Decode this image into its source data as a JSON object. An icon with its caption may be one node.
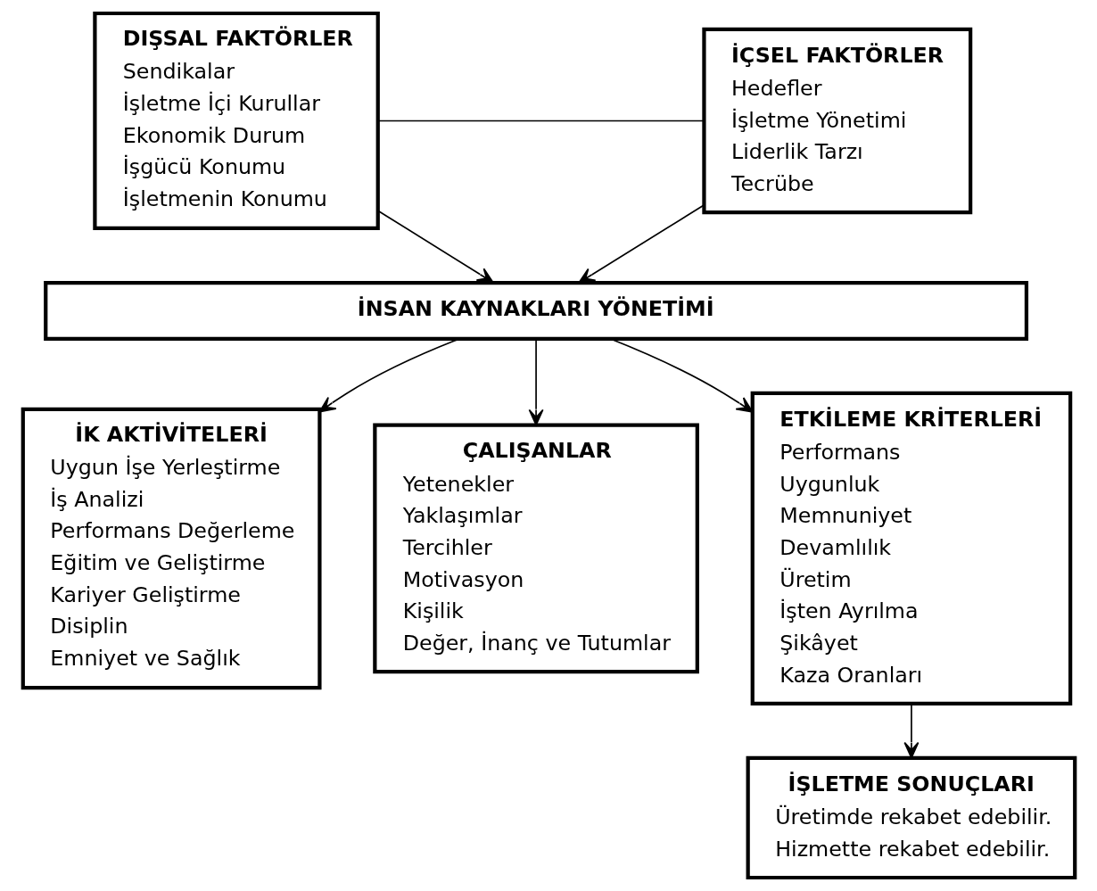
{
  "diagram": {
    "nodes": [
      {
        "text": [
          "DIŞSAL FAKTÖRLER",
          "Sendikalar",
          "İşletme İçi Kurullar",
          "Ekonomik Durum",
          "İşgücü Konumu",
          "İşletmenin Konumu"
        ]
      },
      {
        "text": [
          "İÇSEL FAKTÖRLER",
          "Hedefler",
          "İşletme Yönetimi",
          "Liderlik Tarzı",
          "Tecrübe"
        ]
      },
      {
        "text": [
          "İNSAN KAYNAKLARI YÖNETİMİ"
        ]
      },
      {
        "text": [
          "İK AKTİVİTELERİ",
          "Uygun İşe Yerleştirme",
          "İş Analizi",
          "Performans Değerleme",
          "Eğitim ve Geliştirme",
          "Kariyer Geliştirme",
          "Disiplin",
          "Emniyet ve Sağlık"
        ]
      },
      {
        "text": [
          "ÇALIŞANLAR",
          "Yetenekler",
          "Yaklaşımlar",
          "Tercihler",
          "Motivasyon",
          "Kişilik",
          "Değer, İnanç ve Tutumlar"
        ]
      },
      {
        "text": [
          "ETKİLEME KRİTERLERİ",
          "Performans",
          "Uygunluk",
          "Memnuniyet",
          "Devamlılık",
          "Üretim",
          "İşten Ayrılma",
          "Şikâyet",
          "Kaza Oranları"
        ]
      },
      {
        "text": [
          "İŞLETME SONUÇLARI",
          "Üretimde rekabet edebilir.",
          "Hizmette rekabet edebilir."
        ]
      }
    ],
    "edges": [
      {
        "from": 0,
        "to": 1,
        "arrow": "none"
      },
      {
        "from": 0,
        "to": 2,
        "arrow": "to"
      },
      {
        "from": 1,
        "to": 2,
        "arrow": "to"
      },
      {
        "from": 2,
        "to": 3,
        "arrow": "to"
      },
      {
        "from": 2,
        "to": 4,
        "arrow": "to"
      },
      {
        "from": 2,
        "to": 5,
        "arrow": "to"
      },
      {
        "from": 5,
        "to": 6,
        "arrow": "to"
      }
    ]
  }
}
